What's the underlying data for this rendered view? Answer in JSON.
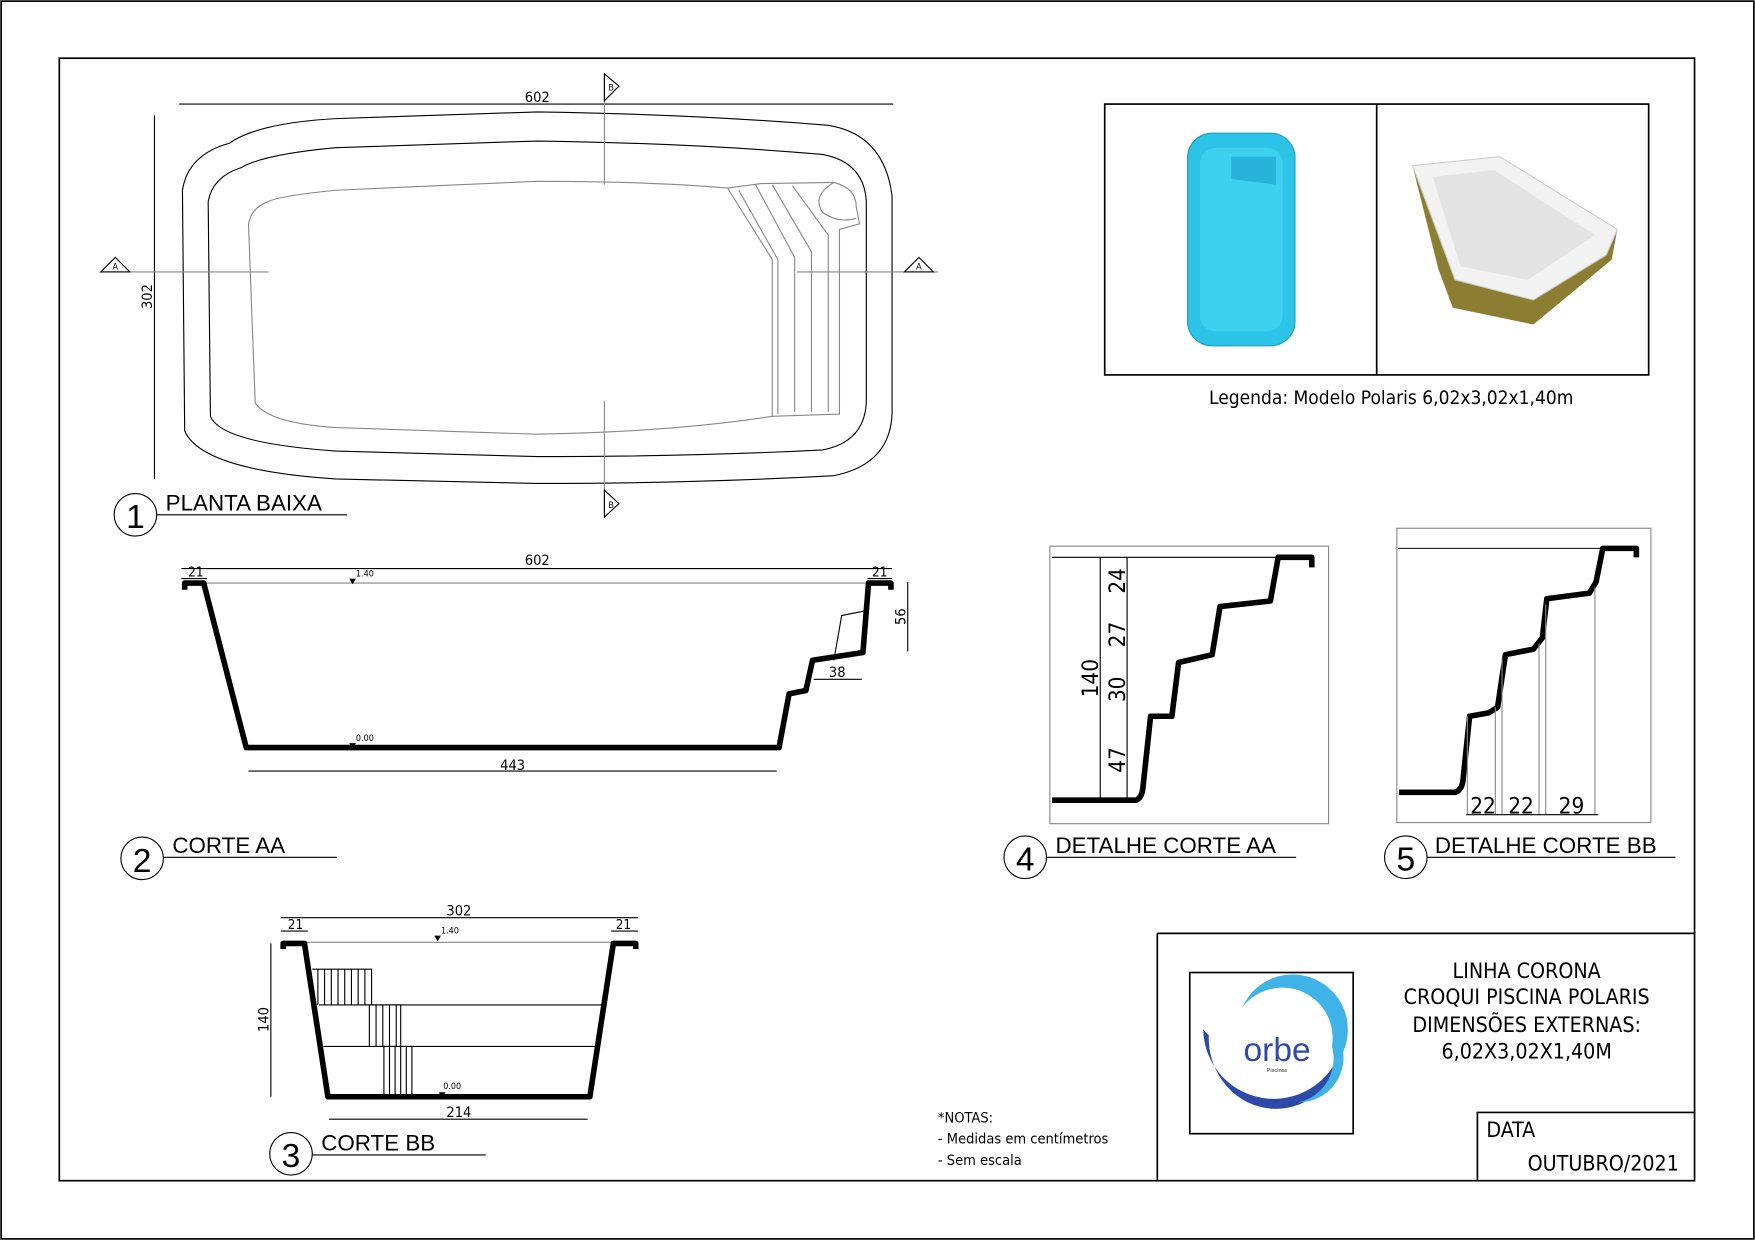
{
  "plan": {
    "label_number": "1",
    "label": "PLANTA BAIXA",
    "dim_length": "602",
    "dim_width": "302",
    "section_a": "A",
    "section_b": "B"
  },
  "corte_aa": {
    "label_number": "2",
    "label": "CORTE AA",
    "dim_total": "602",
    "dim_lip_left": "21",
    "dim_lip_right": "21",
    "level_top": "1.40",
    "level_bottom": "0.00",
    "dim_floor": "443",
    "dim_step_height": "56",
    "dim_step_width": "38"
  },
  "corte_bb": {
    "label_number": "3",
    "label": "CORTE BB",
    "dim_total": "302",
    "dim_lip_left": "21",
    "dim_lip_right": "21",
    "level_top": "1.40",
    "level_bottom": "0.00",
    "dim_depth": "140",
    "dim_floor": "214"
  },
  "detalhe_aa": {
    "label_number": "4",
    "label": "DETALHE CORTE AA",
    "dim_total": "140",
    "dims": [
      "24",
      "27",
      "30",
      "47"
    ]
  },
  "detalhe_bb": {
    "label_number": "5",
    "label": "DETALHE CORTE BB",
    "dims": [
      "22",
      "22",
      "29"
    ]
  },
  "photos": {
    "caption": "Legenda: Modelo Polaris 6,02x3,02x1,40m"
  },
  "notes": {
    "title": "*NOTAS:",
    "items": [
      "- Medidas em centímetros",
      "- Sem escala"
    ]
  },
  "title_block": {
    "lines": [
      "LINHA CORONA",
      "CROQUI PISCINA POLARIS",
      "DIMENSÕES EXTERNAS:",
      "6,02X3,02X1,40M"
    ],
    "date_label": "DATA",
    "date_value": "OUTUBRO/2021",
    "logo_text": "orbe",
    "logo_sub": "Piscinas"
  },
  "colors": {
    "pool_blue": "#2bc3e6",
    "pool_shell": "#8b7d32",
    "logo_green": "#7cc242",
    "logo_lightblue": "#3fb3e8",
    "logo_darkblue": "#2e4aa8"
  }
}
